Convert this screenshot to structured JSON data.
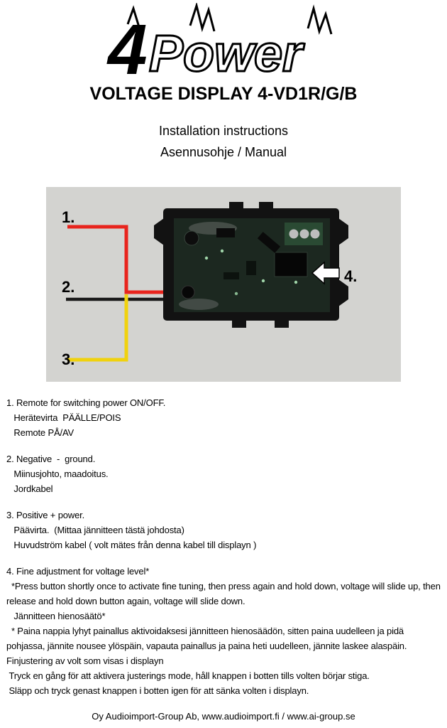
{
  "logo": {
    "numeral": "4",
    "word": "Power"
  },
  "title": "VOLTAGE DISPLAY 4-VD1R/G/B",
  "subtitle1": "Installation instructions",
  "subtitle2": "Asennusohje / Manual",
  "figure": {
    "labels": {
      "l1": "1.",
      "l2": "2.",
      "l3": "3.",
      "l4": "4."
    },
    "colors": {
      "background": "#d3d3d0",
      "wire_remote": "#e8241d",
      "wire_ground": "#1a1a1a",
      "wire_power": "#f0d20e",
      "device_body": "#121212",
      "pcb": "#1c2820"
    }
  },
  "instructions": {
    "block1": {
      "line1": "1. Remote for switching power ON/OFF.",
      "line2": "   Herätevirta  PÄÄLLE/POIS",
      "line3": "   Remote PÅ/AV"
    },
    "block2": {
      "line1": "2. Negative  -  ground.",
      "line2": "   Miinusjohto, maadoitus.",
      "line3": "   Jordkabel"
    },
    "block3": {
      "line1": "3. Positive + power.",
      "line2": "   Päävirta.  (Mittaa jännitteen tästä johdosta)",
      "line3": "   Huvudström kabel ( volt mätes från denna kabel till displayn )"
    },
    "block4": {
      "line1": "4. Fine adjustment for voltage level*",
      "line2": "  *Press button shortly once to activate fine tuning, then press again and hold down, voltage will slide up, then release and hold down button again, voltage will slide down.",
      "line3": "   Jännitteen hienosäätö*",
      "line4": "  * Paina nappia lyhyt painallus aktivoidaksesi jännitteen hienosäädön, sitten paina uudelleen ja pidä pohjassa, jännite nousee ylöspäin, vapauta painallus ja paina heti uudelleen, jännite laskee alaspäin.",
      "line5": "Finjustering av volt som visas i displayn",
      "line6": " Tryck en gång för att aktivera justerings mode, håll knappen i botten tills volten börjar stiga.",
      "line7": " Släpp och tryck genast knappen i botten igen för att sänka volten i displayn."
    }
  },
  "footer": "Oy Audioimport-Group Ab, www.audioimport.fi / www.ai-group.se"
}
